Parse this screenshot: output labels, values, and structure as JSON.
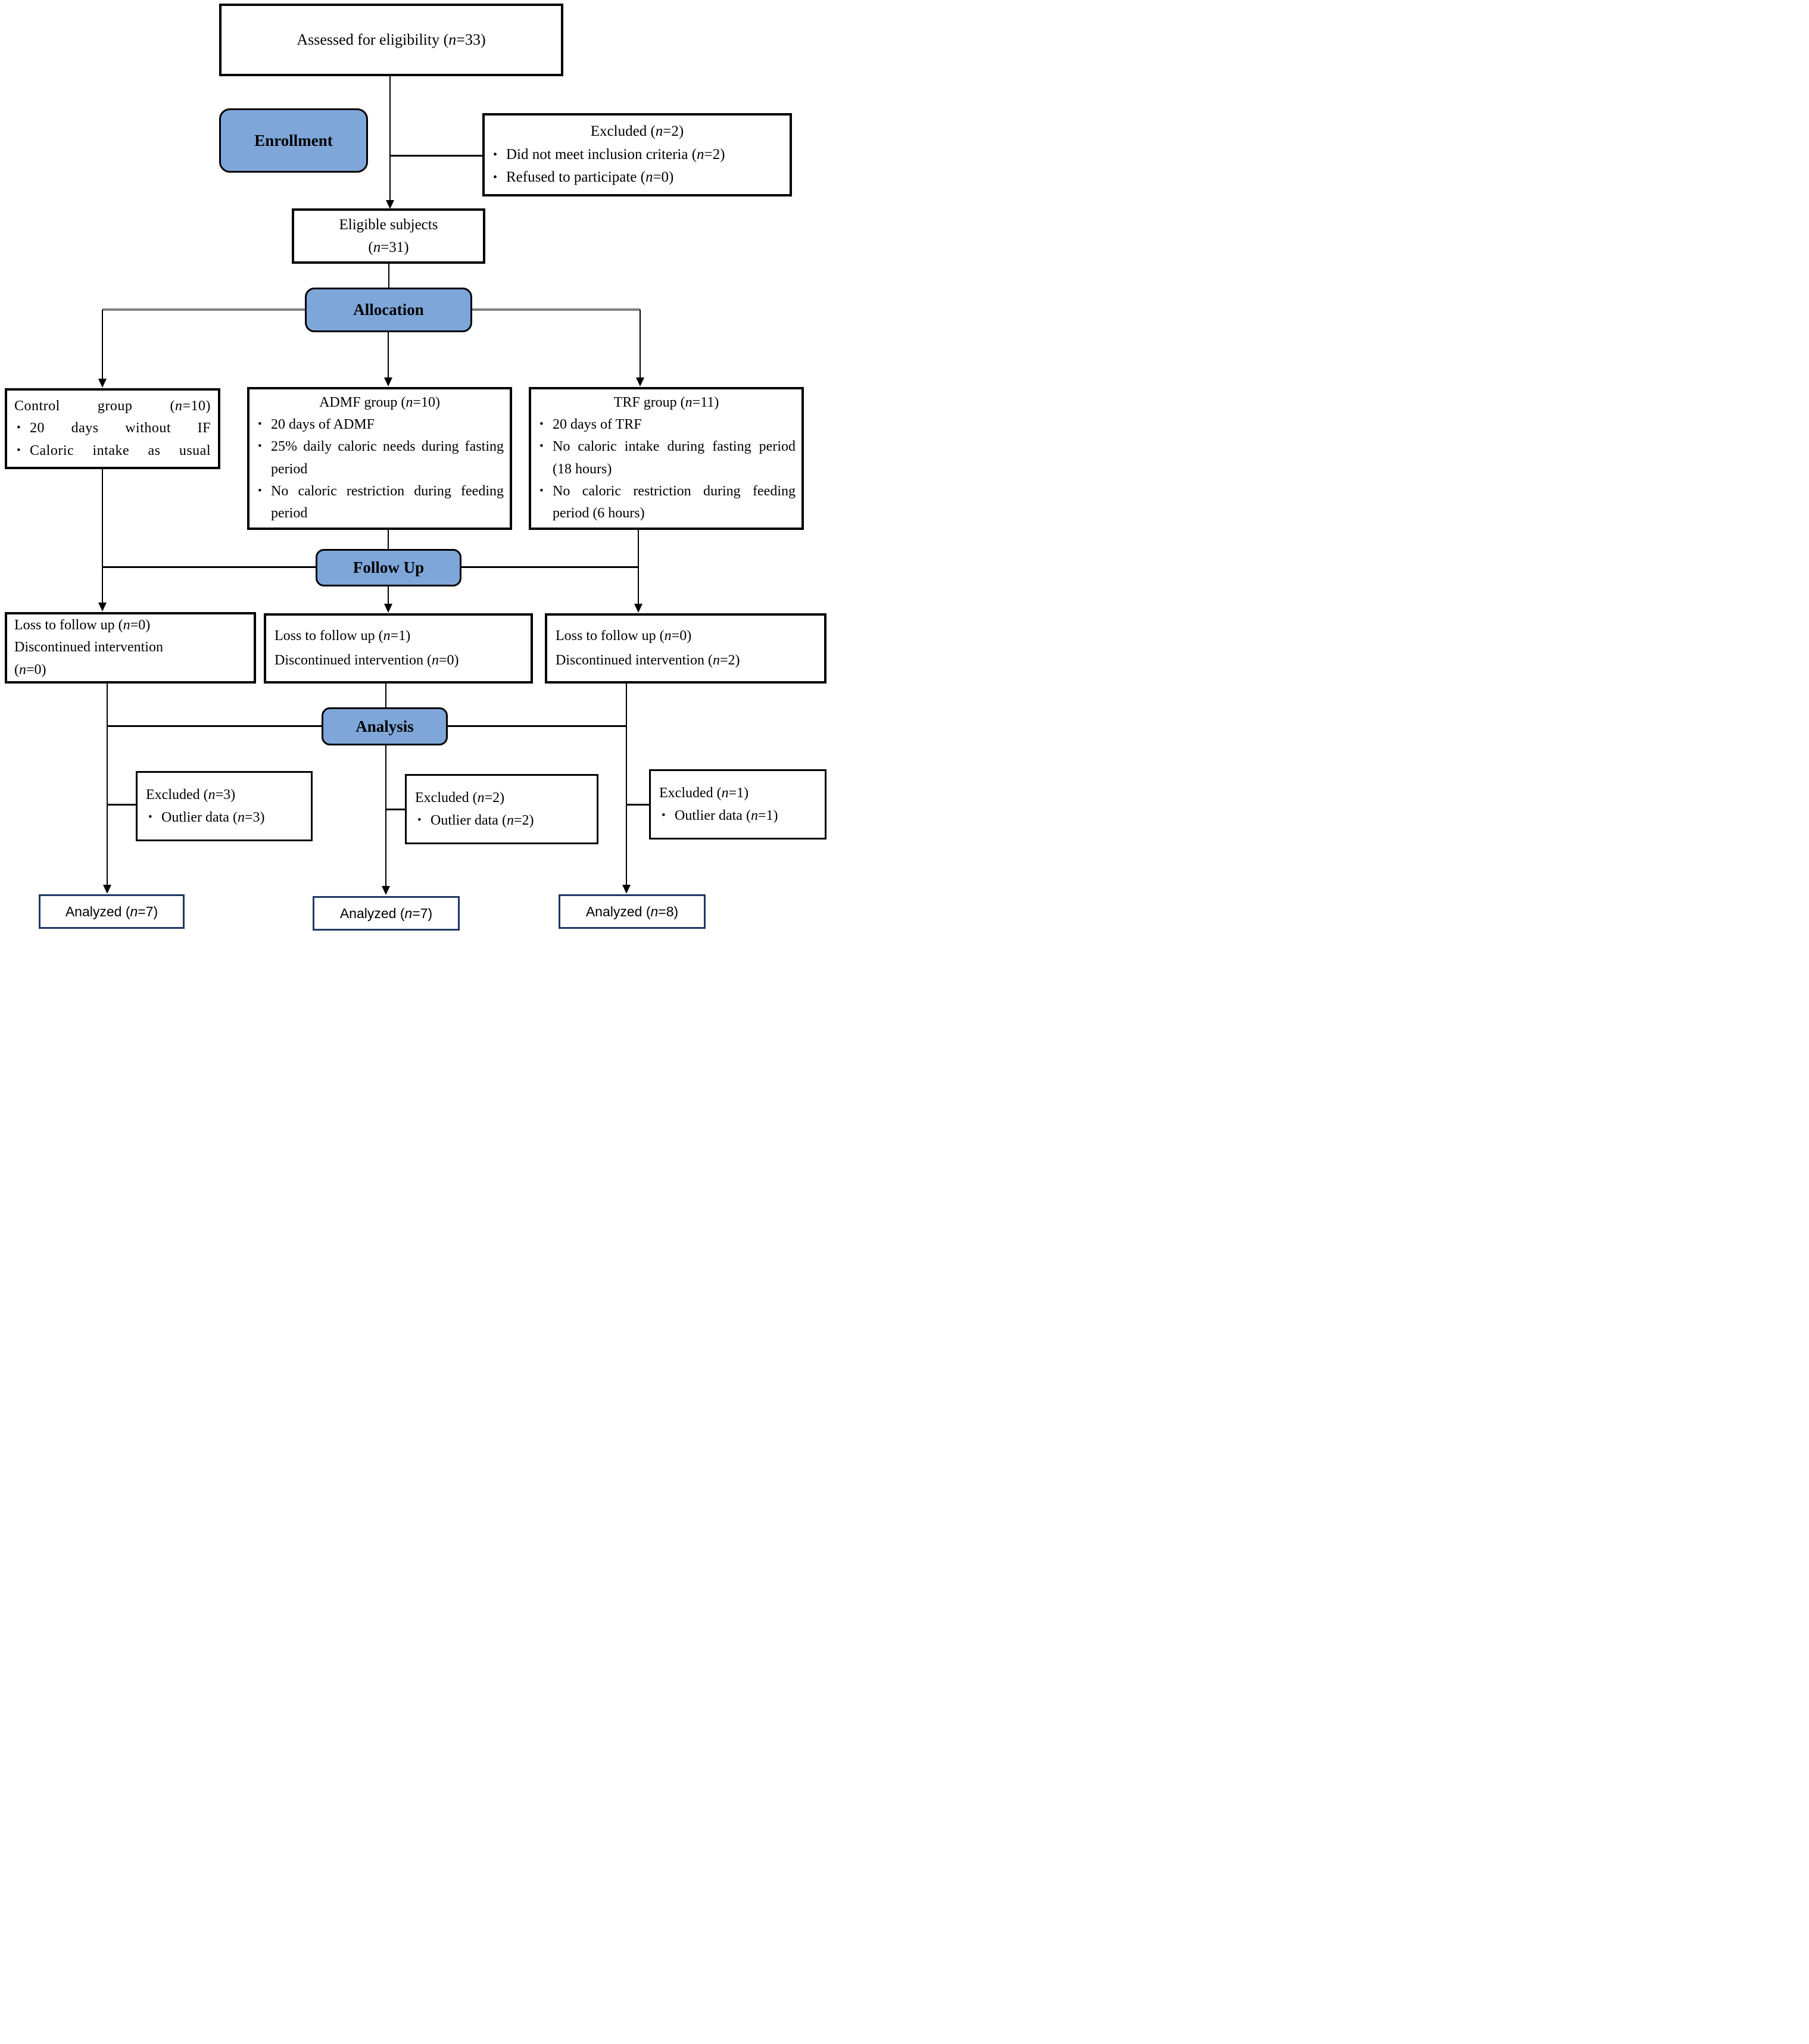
{
  "palette": {
    "node_fill": "#7EA6D9",
    "node_border": "#000000",
    "analyzed_border": "#1F3864",
    "connector_gray": "#808080"
  },
  "bullet_glyph": "•",
  "nodes": {
    "assessed": {
      "text": "Assessed for eligibility (n=33)"
    },
    "enrollment": {
      "label": "Enrollment"
    },
    "excluded_enrollment": {
      "title": "Excluded (n=2)",
      "bullets": [
        "Did not meet inclusion criteria (n=2)",
        "Refused to participate (n=0)"
      ]
    },
    "eligible": {
      "line1": "Eligible subjects",
      "line2": "(n=31)"
    },
    "allocation": {
      "label": "Allocation"
    },
    "control": {
      "title": "Control group (n=10)",
      "bullets": [
        "20 days without IF",
        "Caloric intake as usual"
      ]
    },
    "admf": {
      "title": "ADMF group (n=10)",
      "bullets": [
        "20 days of ADMF",
        "25% daily caloric needs during fasting period",
        "No caloric restriction during feeding period"
      ]
    },
    "trf": {
      "title": "TRF group (n=11)",
      "bullets": [
        "20 days of TRF",
        "No caloric intake during fasting period (18 hours)",
        "No caloric restriction during feeding period (6 hours)"
      ]
    },
    "followup": {
      "label": "Follow Up"
    },
    "loss_control": {
      "lines": [
        "Loss to follow up (n=0)",
        "Discontinued intervention",
        "(n=0)"
      ]
    },
    "loss_admf": {
      "lines": [
        "Loss to follow up (n=1)",
        "Discontinued intervention (n=0)"
      ]
    },
    "loss_trf": {
      "lines": [
        "Loss to follow up (n=0)",
        "Discontinued intervention (n=2)"
      ]
    },
    "analysis": {
      "label": "Analysis"
    },
    "excluded_control": {
      "title": "Excluded (n=3)",
      "bullets": [
        "Outlier data (n=3)"
      ]
    },
    "excluded_admf": {
      "title": "Excluded (n=2)",
      "bullets": [
        "Outlier data (n=2)"
      ]
    },
    "excluded_trf": {
      "title": "Excluded (n=1)",
      "bullets": [
        "Outlier data (n=1)"
      ]
    },
    "analyzed_control": {
      "text": "Analyzed (n=7)"
    },
    "analyzed_admf": {
      "text": "Analyzed (n=7)"
    },
    "analyzed_trf": {
      "text": "Analyzed (n=8)"
    }
  }
}
